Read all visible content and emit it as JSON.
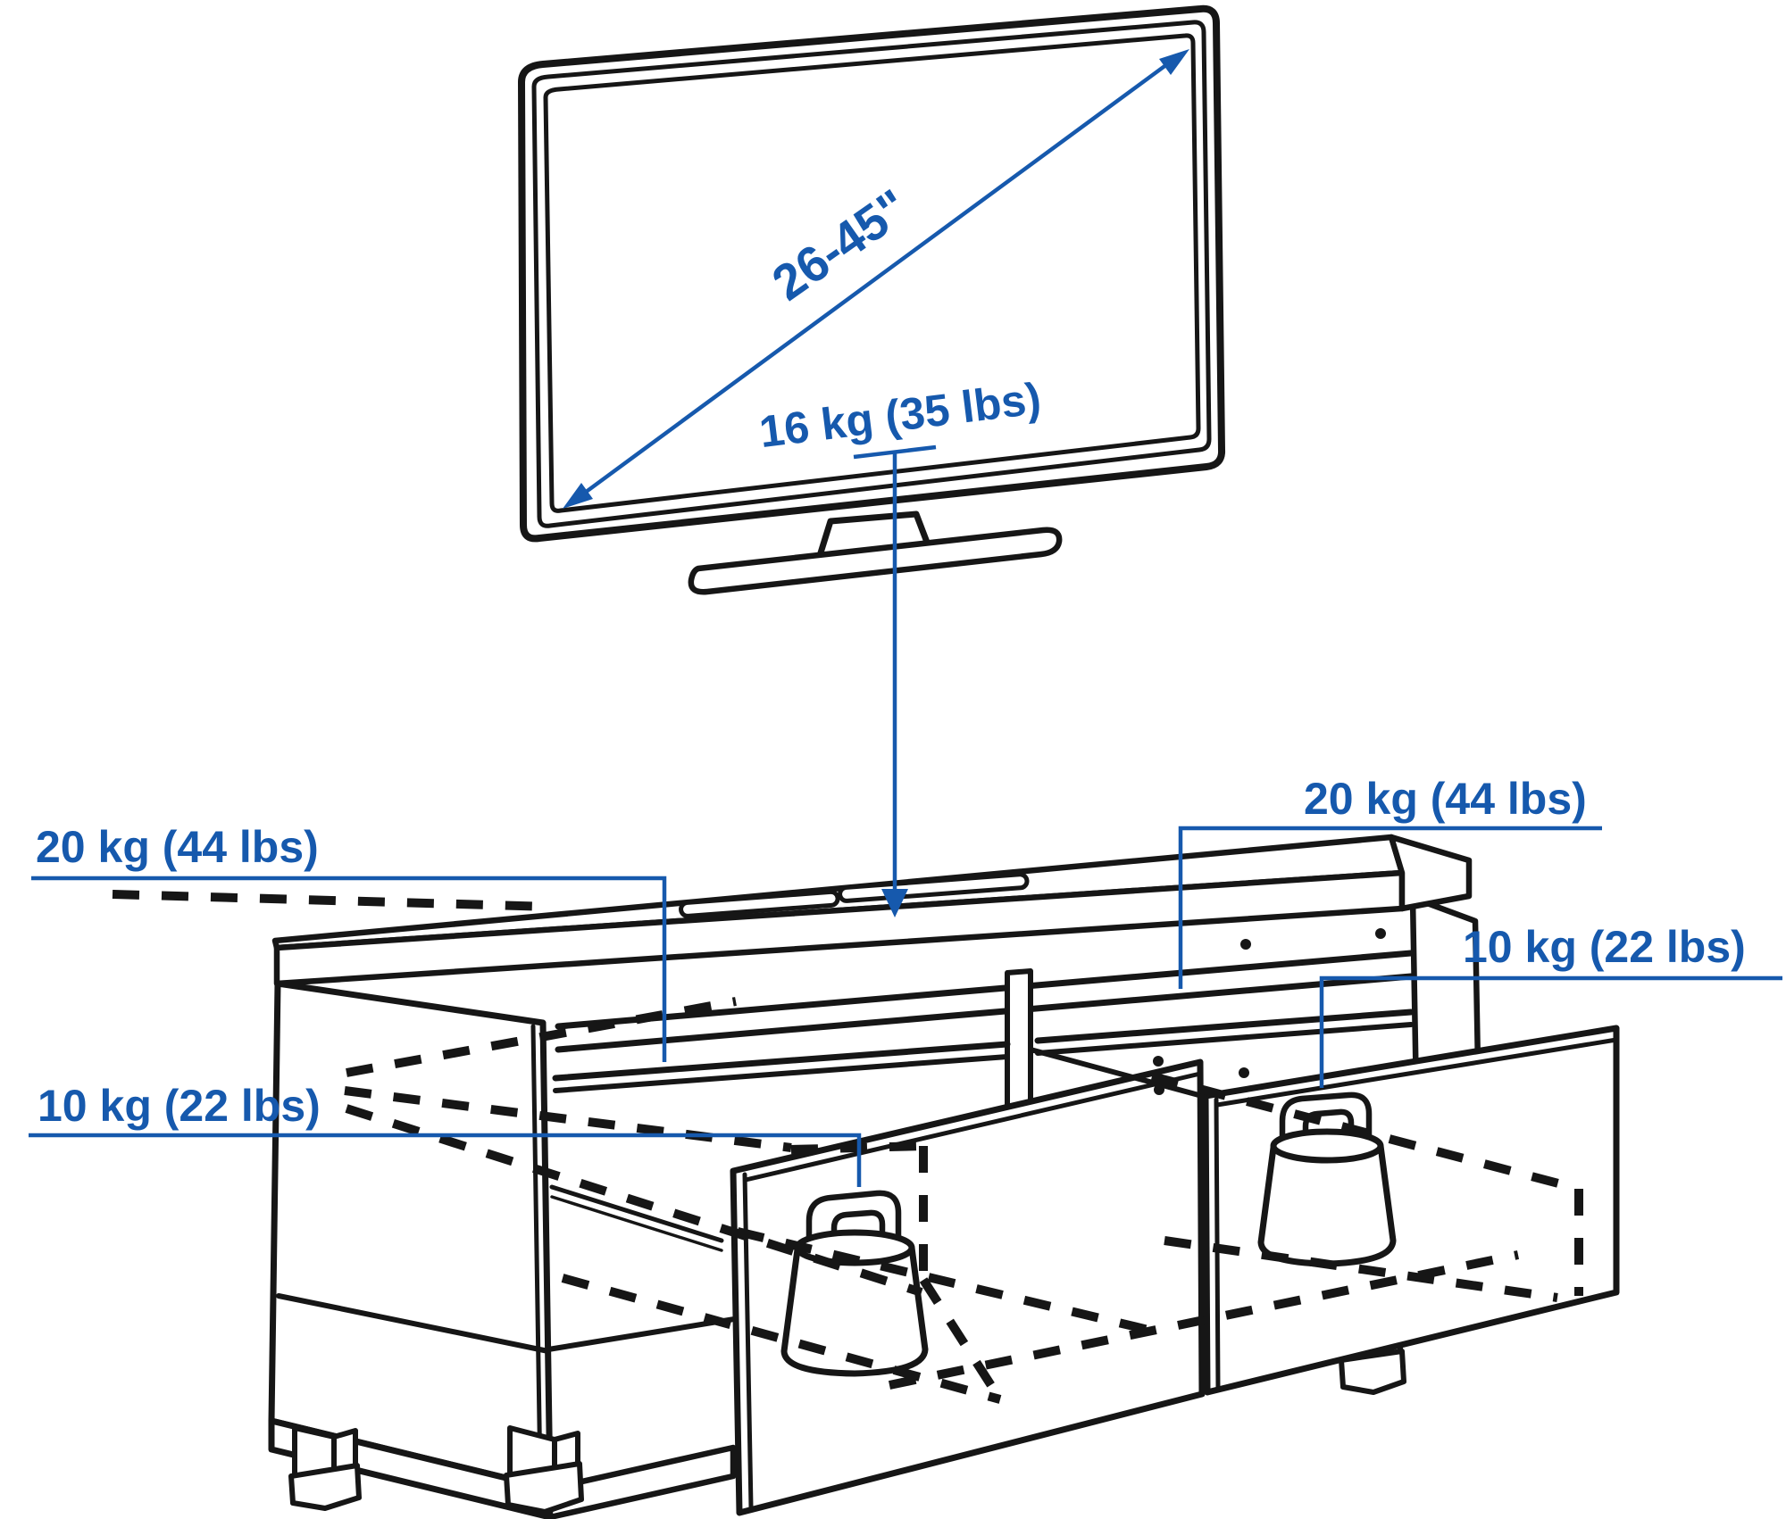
{
  "diagram": {
    "kind": "furniture-capacity-diagram",
    "subject": "TV bench with two open drawers and a TV on top",
    "colors": {
      "accent_blue": "#1659AD",
      "line_black": "#161616",
      "background": "#ffffff"
    },
    "tv": {
      "diagonal_size_label": "26-45\"",
      "max_tv_weight_label": "16 kg (35 lbs)"
    },
    "capacity_labels": {
      "left_shelf": "20 kg (44 lbs)",
      "right_shelf": "20 kg (44 lbs)",
      "left_drawer": "10 kg (22 lbs)",
      "right_drawer": "10 kg (22 lbs)"
    },
    "icons": [
      "tv-icon",
      "tv-stand-icon",
      "diagonal-size-arrow-icon",
      "down-arrow-icon",
      "weight-icon",
      "weight-icon",
      "tv-bench-icon",
      "drawer-icon",
      "drawer-icon",
      "cable-outlet-slot-icon"
    ]
  }
}
